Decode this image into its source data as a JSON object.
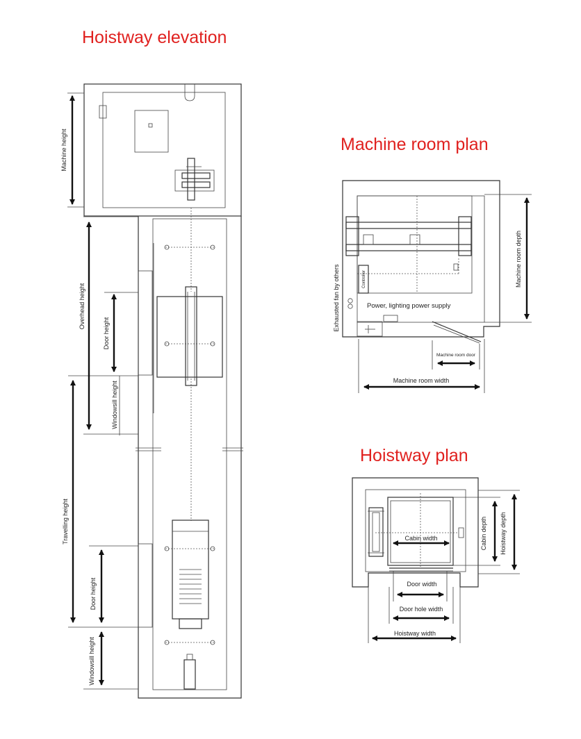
{
  "titles": {
    "elevation": "Hoistway elevation",
    "machine_room": "Machine room plan",
    "hoistway_plan": "Hoistway plan"
  },
  "labels": {
    "machine_height": "Machine height",
    "overhead_height": "Overhead height",
    "door_height": "Door height",
    "windowsill_height": "Windowsill height",
    "travelling_height": "Travelling height",
    "machine_room_depth": "Machine room depth",
    "exhausted_fan": "Exhausted fan by others",
    "controller": "Controller",
    "power_supply": "Power, lighting power supply",
    "machine_room_door": "Machine room door",
    "machine_room_width": "Machine room width",
    "cabin_width": "Cabin width",
    "cabin_depth": "Cabin depth",
    "hoistway_depth": "Hoistway depth",
    "door_width": "Door width",
    "door_hole_width": "Door hole width",
    "hoistway_width": "Hoistway width"
  },
  "colors": {
    "title": "#e0211f",
    "line": "#333333"
  }
}
